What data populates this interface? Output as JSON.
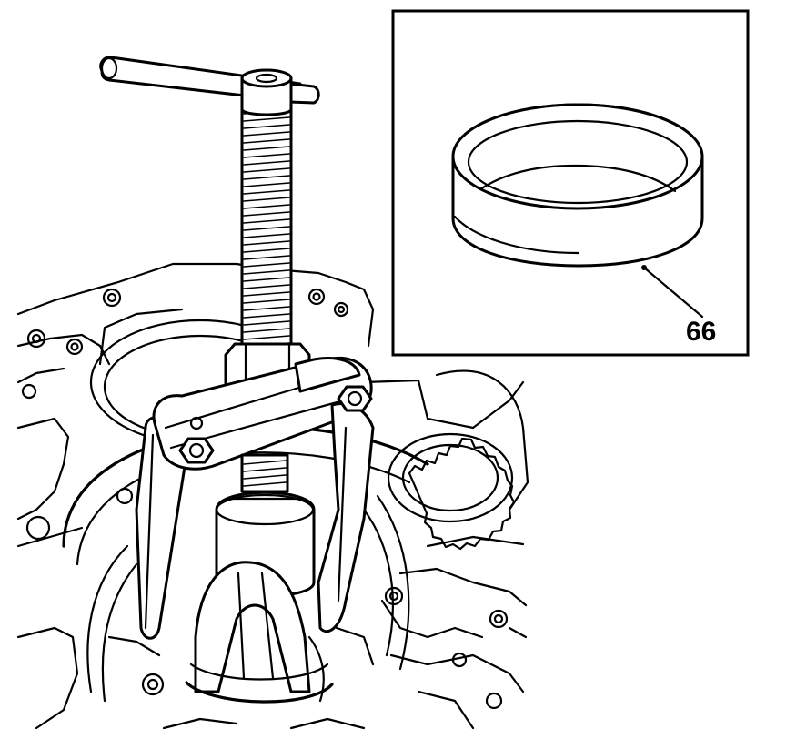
{
  "diagram": {
    "inset": {
      "callout_label": "66",
      "part": "ring"
    },
    "main": {
      "tool": "puller"
    }
  }
}
